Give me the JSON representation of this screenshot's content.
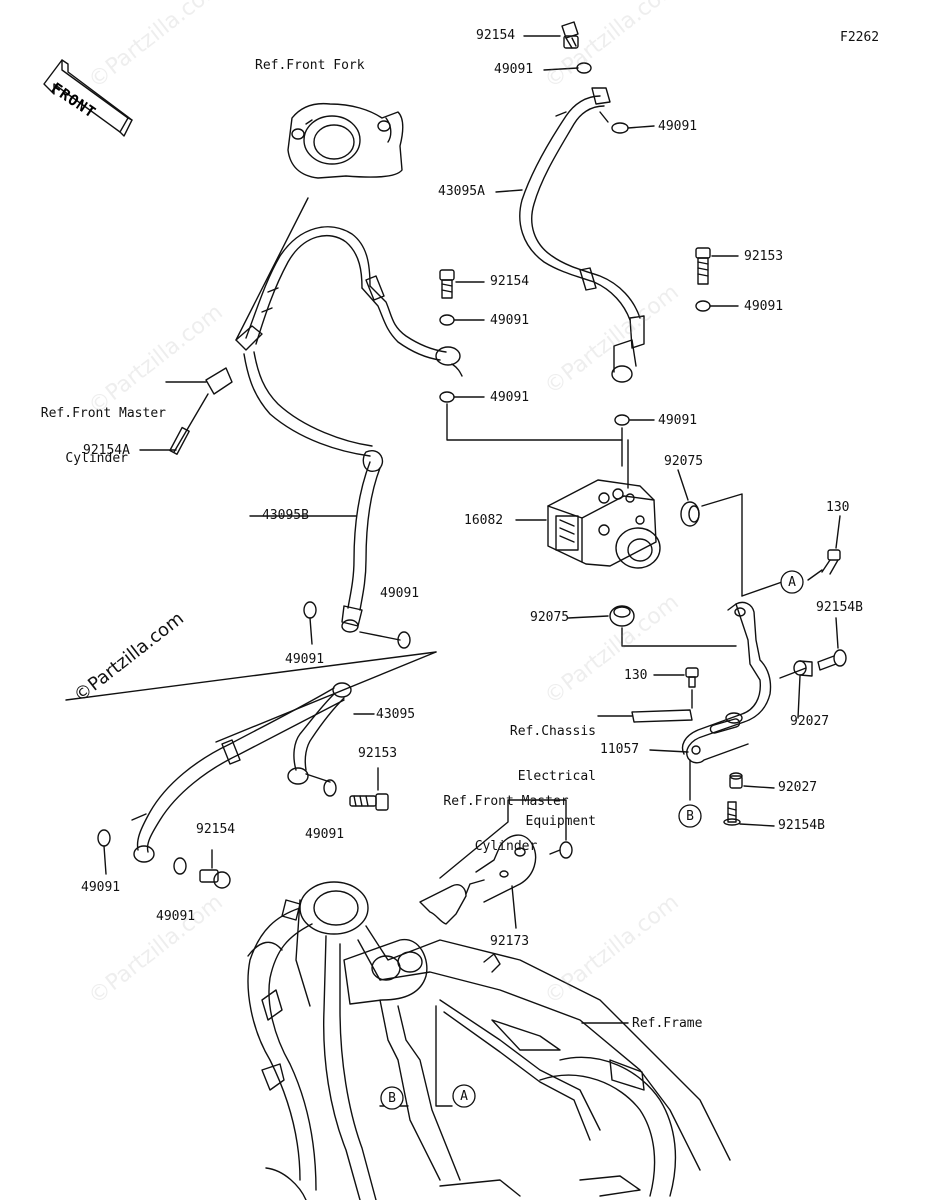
{
  "figure_code": "F2262",
  "front_label": "FRONT",
  "watermark": "©Partzilla.com",
  "refs": {
    "front_fork": "Ref.Front Fork",
    "front_master_cyl_left": [
      "Ref.Front Master",
      "Cylinder"
    ],
    "front_master_cyl_right": [
      "Ref.Front Master",
      "Cylinder"
    ],
    "chassis_electrical": [
      "Ref.Chassis",
      "Electrical",
      "Equipment"
    ],
    "frame": "Ref.Frame"
  },
  "parts": {
    "p92154_top": "92154",
    "p49091_top1": "49091",
    "p49091_top2": "49091",
    "p43095A": "43095A",
    "p92153_right": "92153",
    "p49091_r1": "49091",
    "p92154_mid": "92154",
    "p49091_m1": "49091",
    "p49091_m2": "49091",
    "p49091_r2": "49091",
    "p92154A": "92154A",
    "p92075_top": "92075",
    "p16082": "16082",
    "p130_top": "130",
    "p92154B_top": "92154B",
    "p43095B": "43095B",
    "p49091_l1": "49091",
    "p49091_l2": "49091",
    "p92075_bot": "92075",
    "p130_bot": "130",
    "p92027_top": "92027",
    "p11057": "11057",
    "p92027_bot": "92027",
    "p92154B_bot": "92154B",
    "p43095": "43095",
    "p92153_left": "92153",
    "p49091_b1": "49091",
    "p92154_low": "92154",
    "p49091_b2": "49091",
    "p49091_b3": "49091",
    "p92173": "92173"
  },
  "callouts": {
    "A": "A",
    "B": "B"
  }
}
